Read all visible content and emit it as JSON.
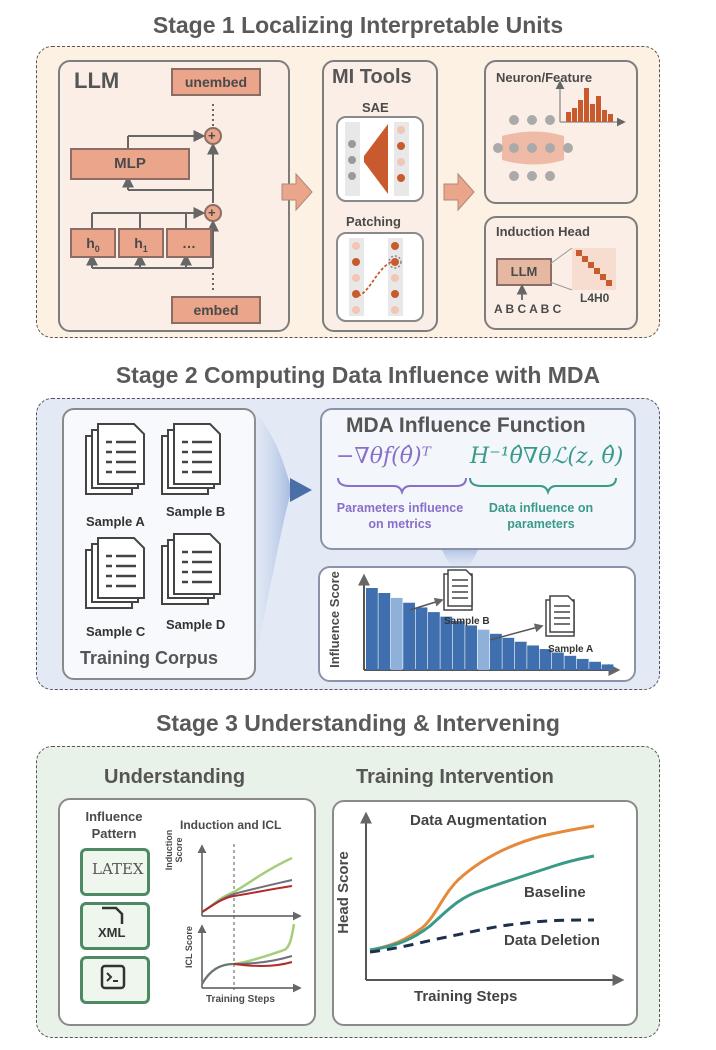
{
  "stage1": {
    "title": "Stage 1 Localizing Interpretable Units",
    "llm": {
      "title": "LLM",
      "unembed": "unembed",
      "mlp": "MLP",
      "h0": "h",
      "h0_sub": "0",
      "h1": "h",
      "h1_sub": "1",
      "h_more": "…",
      "embed": "embed",
      "plus": "+"
    },
    "mi_tools": {
      "title": "MI Tools",
      "sae": "SAE",
      "patching": "Patching"
    },
    "neuron": {
      "title": "Neuron/Feature"
    },
    "induction": {
      "title": "Induction Head",
      "llm": "LLM",
      "sequence": "A B C A B C",
      "head": "L4H0"
    }
  },
  "stage2": {
    "title": "Stage 2 Computing Data Influence with MDA",
    "corpus": {
      "title": "Training Corpus",
      "samples": [
        "Sample A",
        "Sample B",
        "Sample C",
        "Sample D"
      ]
    },
    "mda": {
      "title": "MDA Influence Function",
      "formula_left": "−∇θf(θ̂)ᵀ",
      "formula_right": "H⁻¹θ̂∇θℒ(z, θ̂)",
      "left_caption": "Parameters influence on metrics",
      "right_caption": "Data influence on parameters"
    },
    "influence_chart": {
      "ylabel": "Influence Score",
      "sample_b": "Sample B",
      "sample_a": "Sample A"
    }
  },
  "stage3": {
    "title": "Stage 3 Understanding & Intervening",
    "understanding": {
      "title": "Understanding",
      "pattern_title": "Influence Pattern",
      "latex": "LATEX",
      "xml": "XML",
      "chart_title": "Induction and ICL",
      "ylabel_top": "Induction Score",
      "ylabel_bottom": "ICL Score",
      "xlabel": "Training Steps"
    },
    "intervention": {
      "title": "Training Intervention",
      "ylabel": "Head Score",
      "xlabel": "Training Steps",
      "series": [
        "Data Augmentation",
        "Baseline",
        "Data Deletion"
      ]
    }
  },
  "colors": {
    "salmon": "#eaa58a",
    "dark_salmon": "#c95a2e",
    "blue": "#4a6fa8",
    "purple": "#8a6fc8",
    "teal": "#3a9a8a",
    "orange": "#e58a3a",
    "navy": "#1e2f4a"
  }
}
